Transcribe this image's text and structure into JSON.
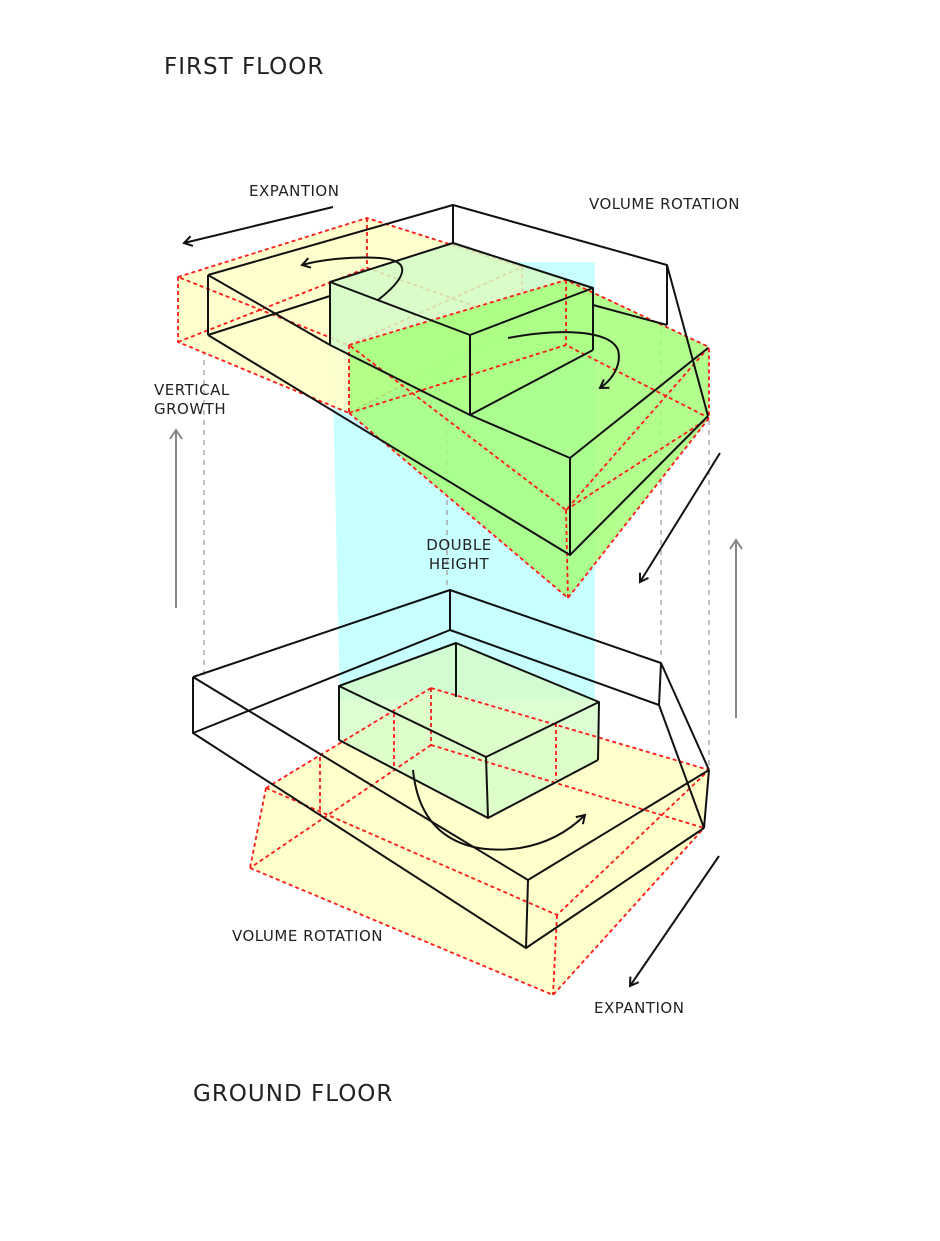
{
  "labels": {
    "first_floor": "FIRST FLOOR",
    "ground_floor": "GROUND FLOOR",
    "expantion_top": "EXPANTION",
    "volume_rotation_top": "VOLUME ROTATION",
    "vertical_growth_1": "VERTICAL",
    "vertical_growth_2": "GROWTH",
    "double_height_1": "DOUBLE",
    "double_height_2": "HEIGHT",
    "volume_rotation_bottom": "VOLUME ROTATION",
    "expantion_bottom": "EXPANTION"
  },
  "colors": {
    "yellow_fill": "#ffffc8",
    "green_fill": "#a6ff7a",
    "light_green_fill": "#d4fcc8",
    "cyan_fill": "#c8ffff",
    "red_dashed": "#ff1a1a",
    "line": "#111111",
    "guide": "#aaaaaa"
  }
}
